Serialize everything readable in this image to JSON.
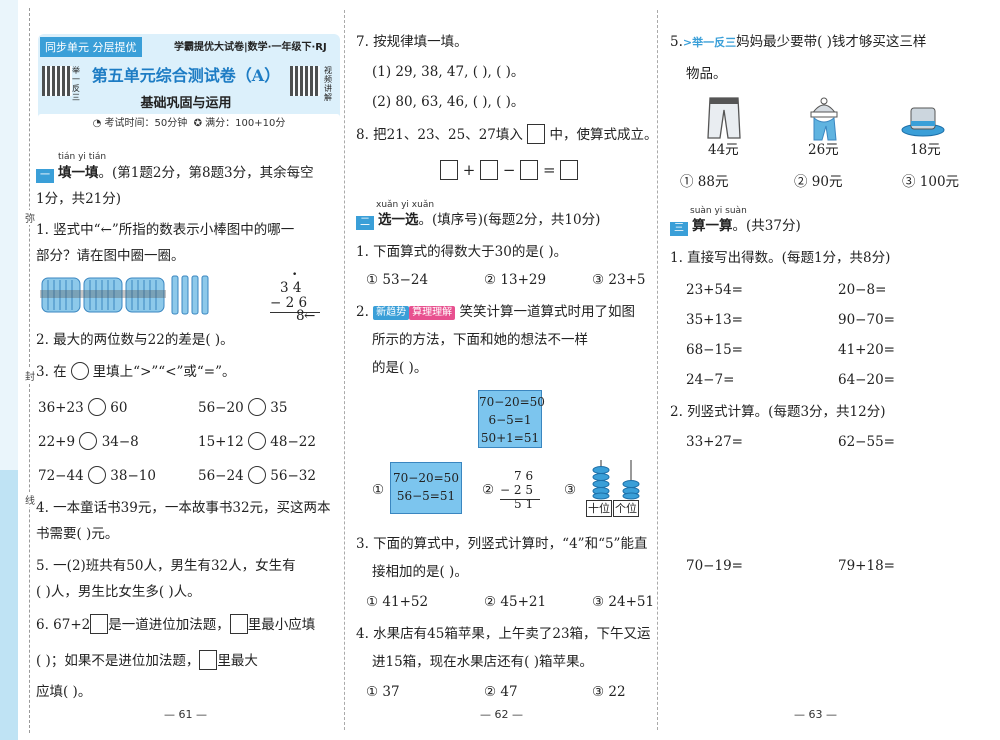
{
  "gutter": {
    "chars": [
      "弥",
      "封",
      "线"
    ]
  },
  "header": {
    "tag": "同步单元 分层提优",
    "series": "学霸提优大试卷|数学·一年级下·RJ",
    "qr_left": "举一反三",
    "qr_right": "视频讲解",
    "title": "第五单元综合测试卷（A）",
    "subtitle": "基础巩固与运用",
    "time": "考试时间：50分钟",
    "score": "满分：100+10分"
  },
  "sections": {
    "s1": {
      "pinyin": "tián yi tián",
      "label": "填一填",
      "note": "。(第1题2分，第8题3分，其余每空",
      "note2": "1分，共21分)"
    },
    "s2": {
      "pinyin": "xuǎn yi xuǎn",
      "label": "选一选",
      "note": "。(填序号)(每题2分，共10分)"
    },
    "s3": {
      "pinyin": "suàn yi suàn",
      "label": "算一算",
      "note": "。(共37分)"
    }
  },
  "col1": {
    "q1a": "1. 竖式中“←”所指的数表示小棒图中的哪一",
    "q1b": "部分？请在图中圈一圈。",
    "q1v1": "3 4",
    "q1v2": "− 2 6",
    "q1v3": "8",
    "q2": "2. 最大的两位数与22的差是(      )。",
    "q3a": "3. 在",
    "q3b": "里填上“>”“<”或“=”。",
    "cmp": [
      [
        "36+23",
        "60"
      ],
      [
        "56−20",
        "35"
      ],
      [
        "22+9",
        "34−8"
      ],
      [
        "15+12",
        "48−22"
      ],
      [
        "72−44",
        "38−10"
      ],
      [
        "56−24",
        "56−32"
      ]
    ],
    "q4a": "4. 一本童话书39元，一本故事书32元，买这两本",
    "q4b": "书需要(      )元。",
    "q5a": "5. 一(2)班共有50人，男生有32人，女生有",
    "q5b": "(      )人，男生比女生多(      )人。",
    "q6a1": "6. 67+2",
    "q6a2": "是一道进位加法题，",
    "q6a3": "里最小应填",
    "q6b1": "(      )；如果不是进位加法题，",
    "q6b2": "里最大",
    "q6c": "应填(      )。",
    "page": "— 61 —"
  },
  "col2": {
    "q7": "7. 按规律填一填。",
    "q7a": "(1) 29, 38, 47, (      ), (      )。",
    "q7b": "(2) 80, 63, 46, (      ), (      )。",
    "q8a": "8. 把21、23、25、27填入",
    "q8b": "中，使算式成立。",
    "s2q1": "1. 下面算式的得数大于30的是(      )。",
    "s2q1o": [
      "① 53−24",
      "② 13+29",
      "③ 23+5"
    ],
    "s2q2badge1": "新趋势",
    "s2q2badge2": "算理理解",
    "s2q2a": "笑笑计算一道算式时用了如图",
    "s2q2b": "所示的方法，下面和她的想法不一样",
    "s2q2c": "的是(      )。",
    "blue1": [
      "70−20=50",
      "6−5=1",
      "50+1=51"
    ],
    "blue2": [
      "70−20=50",
      "56−5=51"
    ],
    "vert": [
      "7 6",
      "− 2 5",
      "5 1"
    ],
    "abacus": [
      "十位",
      "个位"
    ],
    "opt_marks": [
      "①",
      "②",
      "③"
    ],
    "s2q3a": "3. 下面的算式中，列竖式计算时，“4”和“5”能直",
    "s2q3b": "接相加的是(      )。",
    "s2q3o": [
      "① 41+52",
      "② 45+21",
      "③ 24+51"
    ],
    "s2q4a": "4. 水果店有45箱苹果，上午卖了23箱，下午又运",
    "s2q4b": "进15箱，现在水果店还有(      )箱苹果。",
    "s2q4o": [
      "① 37",
      "② 47",
      "③ 22"
    ],
    "page": "— 62 —"
  },
  "col3": {
    "q5num": "5.",
    "q5tag": "举一反三",
    "q5a": "妈妈最少要带(      )钱才够买这三样",
    "q5b": "物品。",
    "prices": [
      "44元",
      "26元",
      "18元"
    ],
    "q5o": [
      "① 88元",
      "② 90元",
      "③ 100元"
    ],
    "s3q1": "1. 直接写出得数。(每题1分，共8分)",
    "calc": [
      [
        "23+54=",
        "20−8="
      ],
      [
        "35+13=",
        "90−70="
      ],
      [
        "68−15=",
        "41+20="
      ],
      [
        "24−7=",
        "64−20="
      ]
    ],
    "s3q2": "2. 列竖式计算。(每题3分，共12分)",
    "vcalc": [
      [
        "33+27=",
        "62−55="
      ],
      [
        "70−19=",
        "79+18="
      ]
    ],
    "page": "— 63 —"
  },
  "colors": {
    "accent": "#3a9fd8",
    "title": "#1d7cc4",
    "light": "#dcf0fb",
    "badge1": "#3a9fd8",
    "badge2": "#e8508f"
  }
}
